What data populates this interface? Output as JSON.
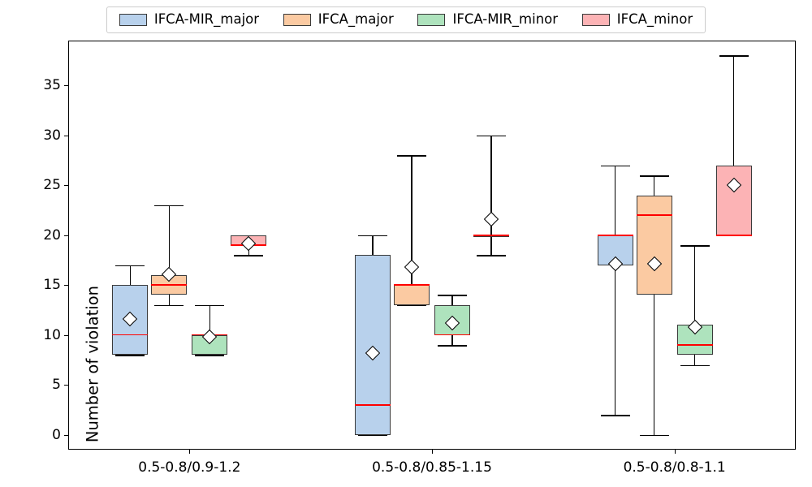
{
  "chart_data": {
    "type": "box",
    "title": "",
    "xlabel": "",
    "ylabel": "Number of violation",
    "ylim": [
      -1.5,
      39.5
    ],
    "yticks": [
      0,
      5,
      10,
      15,
      20,
      25,
      30,
      35
    ],
    "grid": false,
    "legend_position": "upper center",
    "categories": [
      "0.5-0.8/0.9-1.2",
      "0.5-0.8/0.85-1.15",
      "0.5-0.8/0.8-1.1"
    ],
    "series": [
      {
        "name": "IFCA-MIR_major",
        "color": "#b8d1ec",
        "boxes": [
          {
            "whisker_low": 8,
            "q1": 8,
            "median": 10,
            "q3": 15,
            "whisker_high": 17,
            "mean": 11.6
          },
          {
            "whisker_low": 0,
            "q1": 0,
            "median": 3,
            "q3": 18,
            "whisker_high": 20,
            "mean": 8.2
          },
          {
            "whisker_low": 2,
            "q1": 17,
            "median": 20,
            "q3": 20,
            "whisker_high": 27,
            "mean": 17.1
          }
        ]
      },
      {
        "name": "IFCA_major",
        "color": "#fbcaa2",
        "boxes": [
          {
            "whisker_low": 13,
            "q1": 14,
            "median": 15,
            "q3": 16,
            "whisker_high": 23,
            "mean": 16.1
          },
          {
            "whisker_low": 13,
            "q1": 13,
            "median": 15,
            "q3": 15,
            "whisker_high": 28,
            "mean": 16.8
          },
          {
            "whisker_low": 0,
            "q1": 14,
            "median": 22,
            "q3": 24,
            "whisker_high": 26,
            "mean": 17.1
          }
        ]
      },
      {
        "name": "IFCA-MIR_minor",
        "color": "#aee3bd",
        "boxes": [
          {
            "whisker_low": 8,
            "q1": 8,
            "median": 10,
            "q3": 10,
            "whisker_high": 13,
            "mean": 9.8
          },
          {
            "whisker_low": 9,
            "q1": 10,
            "median": 10,
            "q3": 13,
            "whisker_high": 14,
            "mean": 11.2
          },
          {
            "whisker_low": 7,
            "q1": 8,
            "median": 9,
            "q3": 11,
            "whisker_high": 19,
            "mean": 10.8
          }
        ]
      },
      {
        "name": "IFCA_minor",
        "color": "#fcb3b5",
        "boxes": [
          {
            "whisker_low": 18,
            "q1": 19,
            "median": 19,
            "q3": 20,
            "whisker_high": 20,
            "mean": 19.2
          },
          {
            "whisker_low": 18,
            "q1": 20,
            "median": 20,
            "q3": 20,
            "whisker_high": 30,
            "mean": 21.6
          },
          {
            "whisker_low": 20,
            "q1": 20,
            "median": 20,
            "q3": 27,
            "whisker_high": 38,
            "mean": 25.0
          }
        ]
      }
    ]
  },
  "legend": {
    "items": [
      {
        "label": "IFCA-MIR_major",
        "color": "#b8d1ec"
      },
      {
        "label": "IFCA_major",
        "color": "#fbcaa2"
      },
      {
        "label": "IFCA-MIR_minor",
        "color": "#aee3bd"
      },
      {
        "label": "IFCA_minor",
        "color": "#fcb3b5"
      }
    ]
  },
  "axes": {
    "y_label": "Number of violation",
    "y_ticks": [
      "0",
      "5",
      "10",
      "15",
      "20",
      "25",
      "30",
      "35"
    ],
    "x_ticks": [
      "0.5-0.8/0.9-1.2",
      "0.5-0.8/0.85-1.15",
      "0.5-0.8/0.8-1.1"
    ]
  }
}
